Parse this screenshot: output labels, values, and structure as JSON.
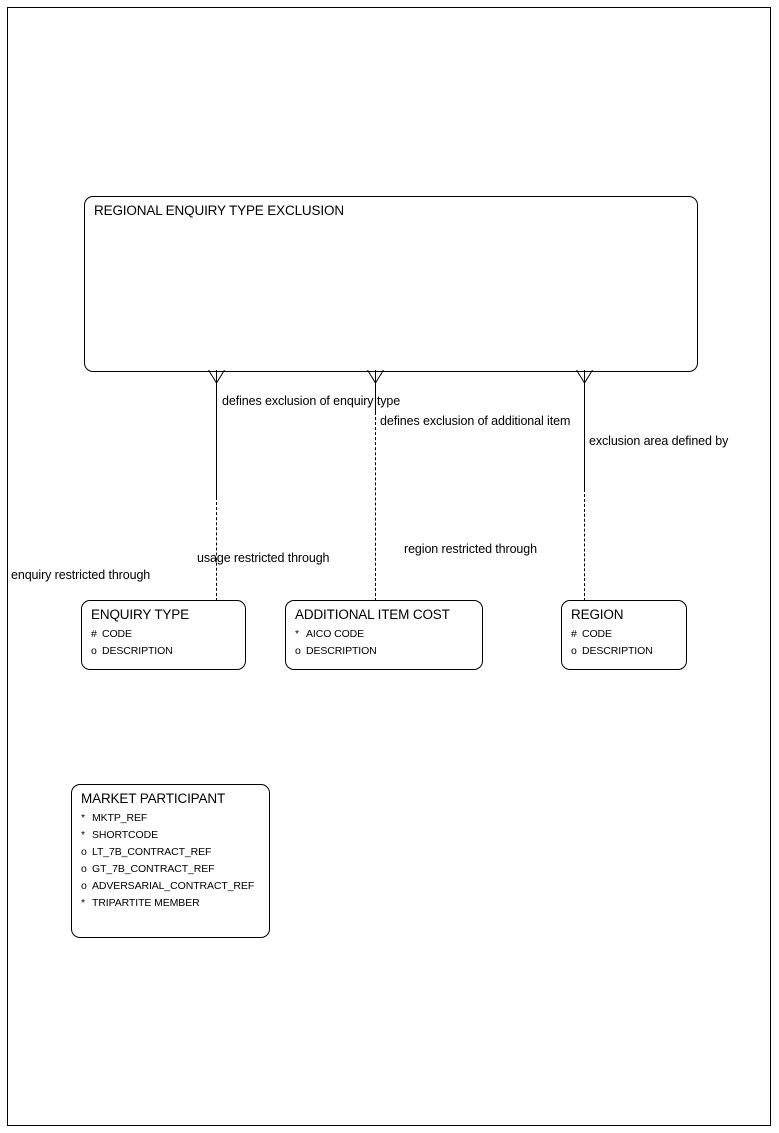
{
  "diagram": {
    "type": "entity-relationship-diagram",
    "entities": [
      {
        "id": "regional-enquiry-type-exclusion",
        "title": "REGIONAL ENQUIRY TYPE EXCLUSION",
        "attributes": []
      },
      {
        "id": "enquiry-type",
        "title": "ENQUIRY TYPE",
        "attributes": [
          {
            "marker": "#",
            "name": "CODE"
          },
          {
            "marker": "o",
            "name": "DESCRIPTION"
          }
        ]
      },
      {
        "id": "additional-item-cost",
        "title": "ADDITIONAL ITEM COST",
        "attributes": [
          {
            "marker": "*",
            "name": "AICO CODE"
          },
          {
            "marker": "o",
            "name": "DESCRIPTION"
          }
        ]
      },
      {
        "id": "region",
        "title": "REGION",
        "attributes": [
          {
            "marker": "#",
            "name": "CODE"
          },
          {
            "marker": "o",
            "name": "DESCRIPTION"
          }
        ]
      },
      {
        "id": "market-participant",
        "title": "MARKET PARTICIPANT",
        "attributes": [
          {
            "marker": "*",
            "name": "MKTP_REF"
          },
          {
            "marker": "*",
            "name": "SHORTCODE"
          },
          {
            "marker": "o",
            "name": "LT_7B_CONTRACT_REF"
          },
          {
            "marker": "o",
            "name": "GT_7B_CONTRACT_REF"
          },
          {
            "marker": "o",
            "name": "ADVERSARIAL_CONTRACT_REF"
          },
          {
            "marker": "*",
            "name": "TRIPARTITE MEMBER"
          }
        ]
      }
    ],
    "relationships": [
      {
        "id": "rel-enquiry-type",
        "from_label": "defines exclusion of enquiry type",
        "to_label": "enquiry restricted through"
      },
      {
        "id": "rel-additional-item",
        "from_label": "defines exclusion of additional item",
        "to_label": "usage restricted through"
      },
      {
        "id": "rel-region",
        "from_label": "exclusion area defined by",
        "to_label": "region restricted through"
      }
    ]
  }
}
